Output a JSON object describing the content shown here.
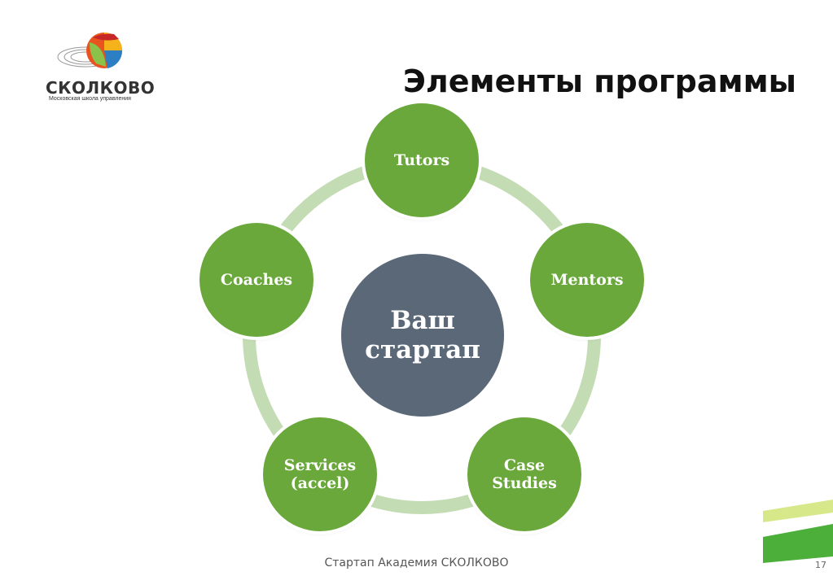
{
  "logo": {
    "name": "СКОЛКОВО",
    "subtitle": "Московская школа управления"
  },
  "title": "Элементы программы",
  "diagram": {
    "center": "Ваш\nстартап",
    "nodes": [
      {
        "id": "tutors",
        "label": "Tutors"
      },
      {
        "id": "mentors",
        "label": "Mentors"
      },
      {
        "id": "case-studies",
        "label": "Case\nStudies"
      },
      {
        "id": "services",
        "label": "Services\n(accel)"
      },
      {
        "id": "coaches",
        "label": "Coaches"
      }
    ]
  },
  "footer": "Стартап Академия СКОЛКОВО",
  "page_number": "17",
  "colors": {
    "node": "#6aa83c",
    "center": "#5a6878",
    "ring": "#c3dcb4",
    "accent_light": "#d7e88a",
    "accent_dark": "#4caf3a"
  }
}
